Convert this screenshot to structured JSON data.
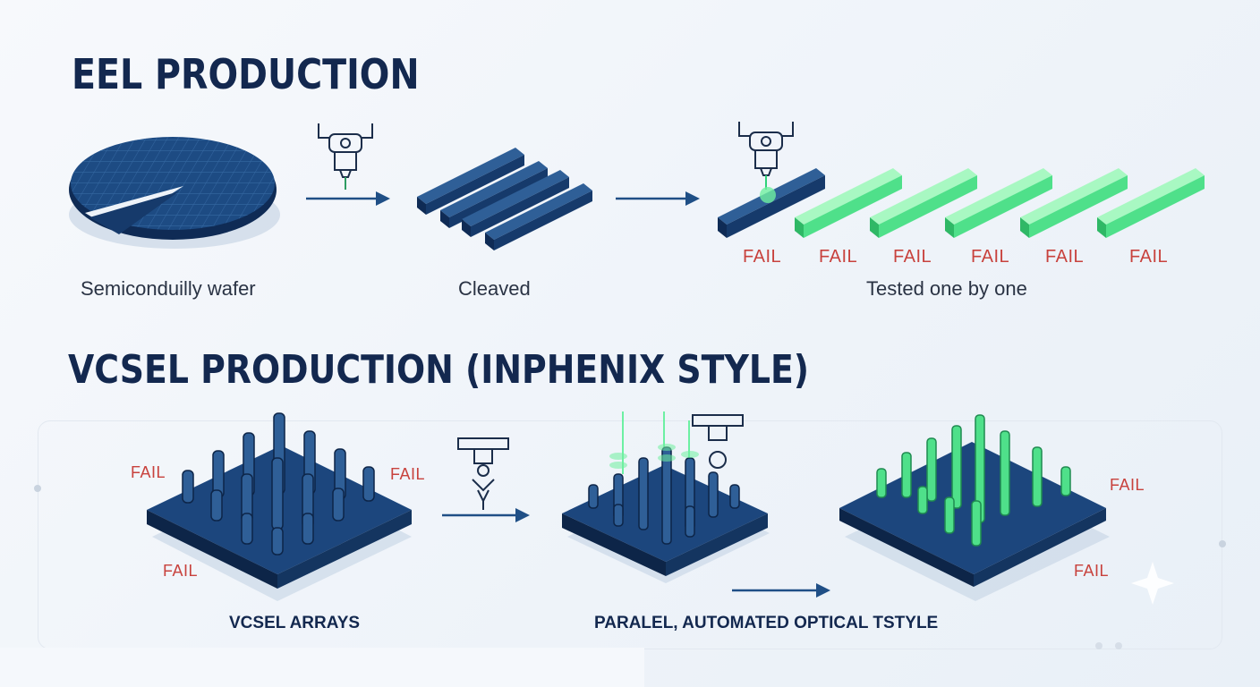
{
  "eel": {
    "title": "EEL PRODUCTION",
    "steps": [
      {
        "caption": "Semiconduilly wafer"
      },
      {
        "caption": "Cleaved"
      },
      {
        "caption": "Tested one by one"
      }
    ],
    "fail_labels": [
      "FAIL",
      "FAIL",
      "FAIL",
      "FAIL",
      "FAIL",
      "FAIL"
    ]
  },
  "vcsel": {
    "title": "VCSEL PRODUCTION (INPHENIX STYLE)",
    "arrays_caption": "VCSEL ARRAYS",
    "test_caption": "PARALEL, AUTOMATED OPTICAL TSTYLE",
    "left_fail_labels": [
      "FAIL",
      "FAIL",
      "FAIL"
    ],
    "right_fail_labels": [
      "FAIL",
      "FAIL"
    ]
  },
  "colors": {
    "navy": "#13284f",
    "fail_red": "#c8423d",
    "pass_green": "#4fe08a",
    "arrow_blue": "#1f4f86"
  },
  "icons": [
    "robot-tester-icon",
    "probe-arm-icon",
    "arrow-right-icon",
    "sparkle-icon"
  ]
}
